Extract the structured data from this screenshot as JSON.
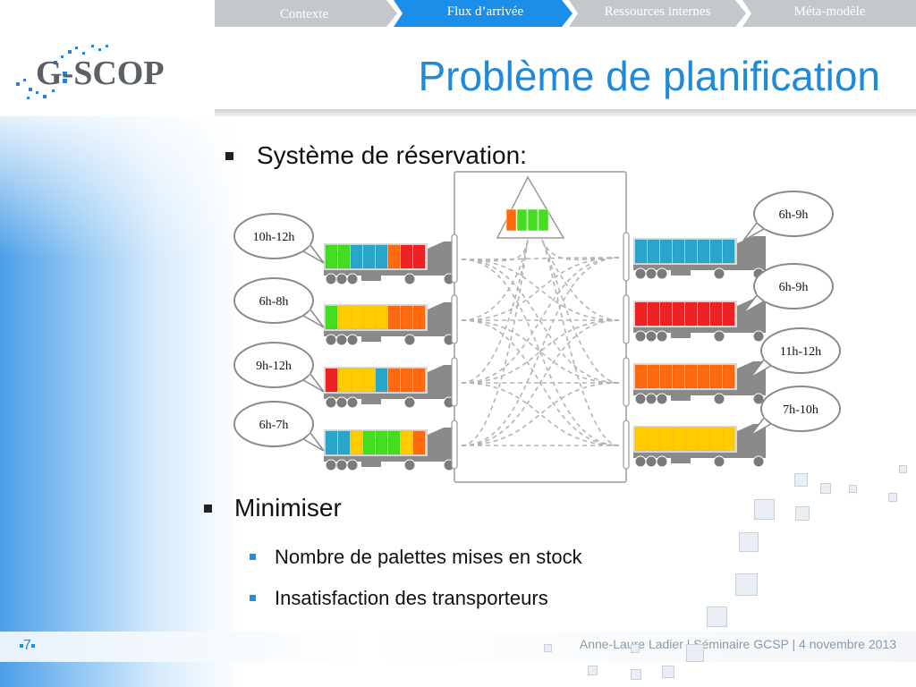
{
  "nav": {
    "tabs": [
      {
        "label": "Contexte",
        "active": false
      },
      {
        "label": "Flux d’arrivée",
        "active": true
      },
      {
        "label": "Ressources internes",
        "active": false
      },
      {
        "label": "Méta-modèle",
        "active": false
      }
    ]
  },
  "logo": {
    "text": "G-SCOP"
  },
  "title": "Problème de planification",
  "bullets": {
    "reservation": "Système de réservation:",
    "minimiser": "Minimiser",
    "sub1": "Nombre de palettes mises en stock",
    "sub2": "Insatisfaction des transporteurs"
  },
  "diagram": {
    "left_slots": [
      "10h-12h",
      "6h-8h",
      "9h-12h",
      "6h-7h"
    ],
    "right_slots": [
      "6h-9h",
      "6h-9h",
      "11h-12h",
      "7h-10h"
    ],
    "colors": {
      "green": "#44dd22",
      "blue": "#2aa6cc",
      "orange": "#ff6a10",
      "red": "#ee2222",
      "yellow": "#ffcc00",
      "grey": "#8a8a8a"
    },
    "left_trucks": [
      [
        "green",
        "green",
        "blue",
        "blue",
        "blue",
        "orange",
        "red",
        "red"
      ],
      [
        "green",
        "yellow",
        "yellow",
        "yellow",
        "yellow",
        "orange",
        "orange",
        "orange"
      ],
      [
        "red",
        "yellow",
        "yellow",
        "yellow",
        "blue",
        "orange",
        "orange",
        "orange"
      ],
      [
        "blue",
        "blue",
        "yellow",
        "green",
        "green",
        "green",
        "yellow",
        "orange"
      ]
    ],
    "right_trucks": [
      [
        "blue",
        "blue",
        "blue",
        "blue",
        "blue",
        "blue",
        "blue",
        "blue"
      ],
      [
        "red",
        "red",
        "red",
        "red",
        "red",
        "red",
        "red",
        "red"
      ],
      [
        "orange",
        "orange",
        "orange",
        "orange",
        "orange",
        "orange",
        "orange",
        "orange"
      ],
      [
        "yellow",
        "yellow",
        "yellow",
        "yellow",
        "yellow",
        "yellow",
        "yellow",
        "yellow"
      ]
    ],
    "stock": [
      "orange",
      "green",
      "green",
      "green"
    ]
  },
  "footer": {
    "page": "7",
    "text": "Anne-Laure Ladier | Séminaire GCSP | 4 novembre 2013"
  },
  "theme": {
    "accent": "#1f8ad8",
    "nav_active": "#1a8ee8",
    "nav_inactive": "#c4c8cc"
  }
}
